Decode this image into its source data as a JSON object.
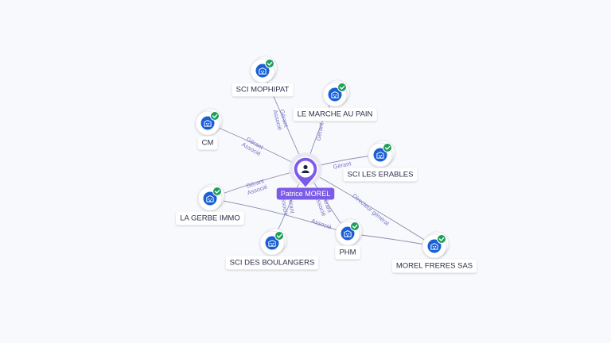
{
  "center": {
    "name": "Patrice MOREL",
    "icon": "person-icon",
    "color": "#7c5ce6"
  },
  "nodes": [
    {
      "id": "sci-mophipat",
      "label": "SCI MOPHIPAT",
      "icon": "company-building-icon",
      "verified": true
    },
    {
      "id": "le-marche-au-pain",
      "label": "LE MARCHE AU PAIN",
      "icon": "company-building-icon",
      "verified": true
    },
    {
      "id": "cm",
      "label": "CM",
      "icon": "company-building-icon",
      "verified": true
    },
    {
      "id": "sci-les-erables",
      "label": "SCI LES ERABLES",
      "icon": "company-building-icon",
      "verified": true
    },
    {
      "id": "la-gerbe-immo",
      "label": "LA GERBE IMMO",
      "icon": "company-building-icon",
      "verified": true
    },
    {
      "id": "phm",
      "label": "PHM",
      "icon": "company-building-icon",
      "verified": true
    },
    {
      "id": "sci-des-boulangers",
      "label": "SCI DES BOULANGERS",
      "icon": "company-building-icon",
      "verified": true
    },
    {
      "id": "morel-freres-sas",
      "label": "MOREL FRERES SAS",
      "icon": "company-building-icon",
      "verified": true
    }
  ],
  "edges": [
    {
      "from": "center",
      "to": "sci-mophipat",
      "lines": [
        "Gérant",
        "Associé"
      ]
    },
    {
      "from": "center",
      "to": "le-marche-au-pain",
      "lines": [
        "Gérant"
      ]
    },
    {
      "from": "center",
      "to": "cm",
      "lines": [
        "Gérant",
        "Associé"
      ]
    },
    {
      "from": "center",
      "to": "sci-les-erables",
      "lines": [
        "Gérant"
      ]
    },
    {
      "from": "center",
      "to": "la-gerbe-immo",
      "lines": [
        "Gérant",
        "Associé"
      ]
    },
    {
      "from": "center",
      "to": "sci-des-boulangers",
      "lines": [
        "Gérant",
        "Associé"
      ]
    },
    {
      "from": "center",
      "to": "phm",
      "lines": [
        "Gérant",
        "Associé"
      ]
    },
    {
      "from": "center",
      "to": "morel-freres-sas",
      "lines": [
        "Directeur général"
      ]
    },
    {
      "from": "la-gerbe-immo",
      "to": "phm",
      "lines": [
        "Associé"
      ]
    },
    {
      "from": "phm",
      "to": "morel-freres-sas",
      "lines": []
    }
  ],
  "colors": {
    "edge": "#8a8fb0",
    "edge_label": "#7b74c9",
    "company_icon": "#1a5fd6",
    "verified_badge": "#1e9e5a",
    "center": "#7c5ce6"
  }
}
